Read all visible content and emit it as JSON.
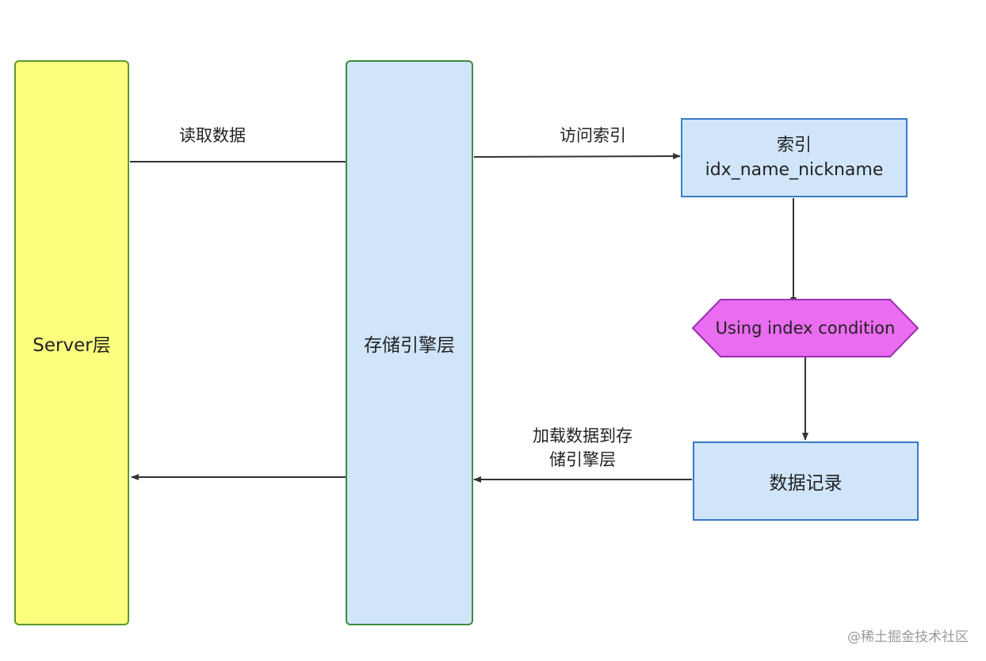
{
  "nodes": {
    "server_layer": "Server层",
    "storage_engine_layer": "存储引擎层",
    "index": {
      "title": "索引",
      "name": "idx_name_nickname"
    },
    "condition": "Using index condition",
    "data_records": "数据记录"
  },
  "edges": {
    "read_data": "读取数据",
    "access_index": "访问索引",
    "load_data_line1": "加载数据到存",
    "load_data_line2": "储引擎层"
  },
  "watermark": "@稀土掘金技术社区",
  "colors": {
    "server_fill": "#fbff7d",
    "storage_fill": "#d1e5fa",
    "condition_fill": "#ea6cf0",
    "condition_stroke": "#9a2fb0",
    "arrow": "#333333"
  }
}
